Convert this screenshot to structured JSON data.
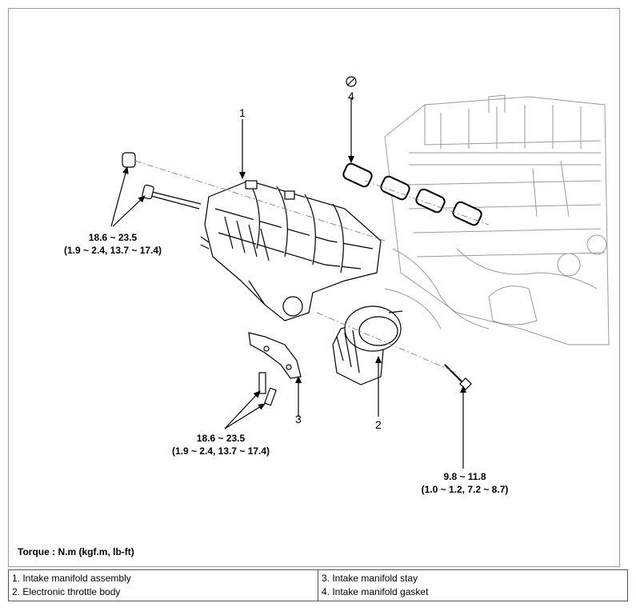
{
  "callouts": {
    "c1": "1",
    "c2": "2",
    "c3": "3",
    "c4": "4"
  },
  "torques": {
    "t1": {
      "nm": "18.6 ~ 23.5",
      "alt": "(1.9 ~ 2.4, 13.7 ~ 17.4)"
    },
    "t2": {
      "nm": "18.6 ~ 23.5",
      "alt": "(1.9 ~ 2.4, 13.7 ~ 17.4)"
    },
    "t3": {
      "nm": "9.8 ~ 11.8",
      "alt": "(1.0 ~ 1.2, 7.2 ~ 8.7)"
    }
  },
  "torque_unit": "Torque : N.m (kgf.m, lb-ft)",
  "legend": {
    "left": [
      "1. Intake manifold assembly",
      "2. Electronic throttle body"
    ],
    "right": [
      "3. Intake manifold stay",
      "4. Intake manifold gasket"
    ]
  },
  "icons": {
    "do_not_reuse": "no-reuse-icon"
  }
}
